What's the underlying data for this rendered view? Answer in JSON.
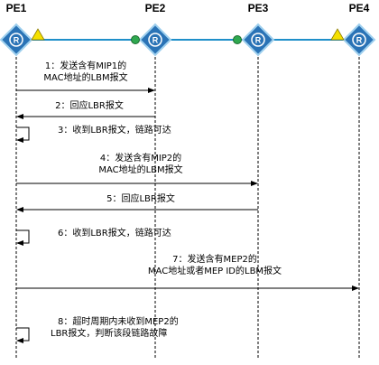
{
  "nodes": [
    {
      "id": "pe1",
      "label": "PE1"
    },
    {
      "id": "pe2",
      "label": "PE2"
    },
    {
      "id": "pe3",
      "label": "PE3"
    },
    {
      "id": "pe4",
      "label": "PE4"
    }
  ],
  "router_glyph": "R",
  "markers": [
    {
      "kind": "mep",
      "shape": "triangle",
      "color": "#f5e000",
      "near": "pe1"
    },
    {
      "kind": "mip",
      "shape": "circle",
      "color": "#2fa84f",
      "near": "pe2"
    },
    {
      "kind": "mip",
      "shape": "circle",
      "color": "#2fa84f",
      "near": "pe3"
    },
    {
      "kind": "mep",
      "shape": "triangle",
      "color": "#f5e000",
      "near": "pe4"
    }
  ],
  "colors": {
    "link": "#1f8fc9",
    "router_fill": "#2a73b6",
    "router_border": "#9fd0ee",
    "arrow": "#000000"
  },
  "messages": [
    {
      "lines": [
        "1：发送含有MIP1的",
        "MAC地址的LBM报文"
      ],
      "from": "pe1",
      "to": "pe2"
    },
    {
      "lines": [
        "2：回应LBR报文"
      ],
      "from": "pe2",
      "to": "pe1"
    },
    {
      "lines": [
        "3：收到LBR报文，链路可达"
      ],
      "from": "pe1",
      "to": "pe1"
    },
    {
      "lines": [
        "4：发送含有MIP2的",
        "MAC地址的LBM报文"
      ],
      "from": "pe1",
      "to": "pe3"
    },
    {
      "lines": [
        "5：回应LBR报文"
      ],
      "from": "pe3",
      "to": "pe1"
    },
    {
      "lines": [
        "6：收到LBR报文，链路可达"
      ],
      "from": "pe1",
      "to": "pe1"
    },
    {
      "lines": [
        "7：发送含有MEP2的",
        "MAC地址或者MEP ID的LBM报文"
      ],
      "from": "pe1",
      "to": "pe4"
    },
    {
      "lines": [
        "8：超时周期内未收到MEP2的",
        "LBR报文，判断该段链路故障"
      ],
      "from": "pe1",
      "to": "pe1"
    }
  ]
}
